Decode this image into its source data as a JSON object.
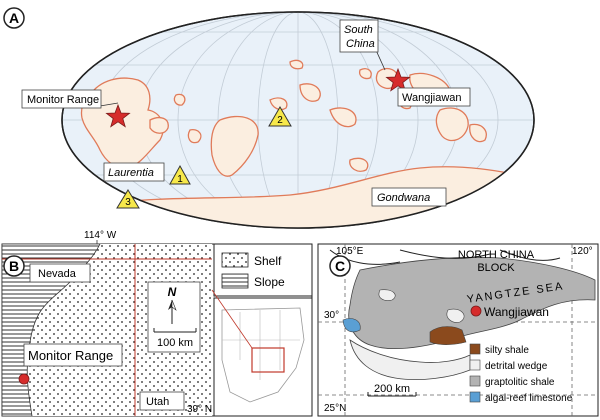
{
  "panel_a": {
    "letter": "A",
    "labels": {
      "monitor_range": "Monitor Range",
      "laurentia": "Laurentia",
      "south_china": [
        "South",
        "China"
      ],
      "wangjiawan": "Wangjiawan",
      "gondwana": "Gondwana"
    },
    "markers": [
      "1",
      "2",
      "3"
    ]
  },
  "panel_b": {
    "letter": "B",
    "longitude": "114° W",
    "latitude": "39° N",
    "states": {
      "nevada": "Nevada",
      "utah": "Utah"
    },
    "site": "Monitor Range",
    "north": "N",
    "scale": "100 km",
    "legend": [
      {
        "label": "Shelf",
        "pattern": "dots"
      },
      {
        "label": "Slope",
        "pattern": "stripes"
      }
    ]
  },
  "panel_c": {
    "letter": "C",
    "lon_left": "105°E",
    "lon_right": "120°",
    "lat_30": "30°",
    "lat_25": "25°N",
    "block_lines": [
      "NORTH CHINA",
      "BLOCK"
    ],
    "sea": "YANGTZE SEA",
    "site": "Wangjiawan",
    "scale": "200 km",
    "legend": [
      {
        "label": "silty shale",
        "color": "#8b4a1d"
      },
      {
        "label": "detrital wedge",
        "color": "#f0f0f0"
      },
      {
        "label": "graptolitic shale",
        "color": "#b3b3b3"
      },
      {
        "label": "algal-reef limestone",
        "color": "#5a9fd4"
      }
    ]
  },
  "colors": {
    "star": "#d62c2c",
    "land_edge": "#e07b5a",
    "land_fill": "#fbeee0",
    "ocean": "#e9f1f9",
    "triangle": "#f7e84a"
  }
}
